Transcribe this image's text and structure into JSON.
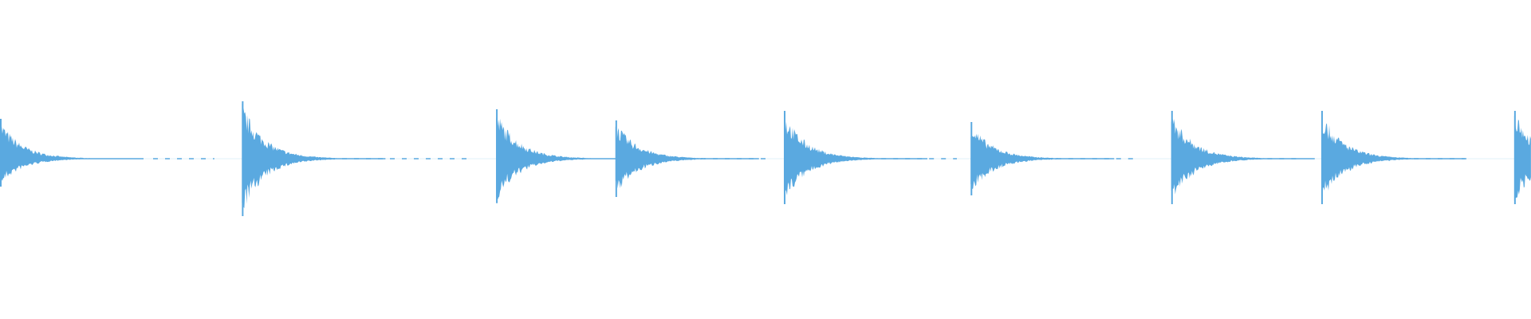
{
  "waveform": {
    "color": "#5aa9e0",
    "background": "#ffffff",
    "transients": [
      {
        "time": 0.0,
        "amplitude": 0.25,
        "skew": 0.7
      },
      {
        "time": 0.158,
        "amplitude": 0.36,
        "skew": 1.0
      },
      {
        "time": 0.324,
        "amplitude": 0.31,
        "skew": 0.9
      },
      {
        "time": 0.402,
        "amplitude": 0.24,
        "skew": 1.0
      },
      {
        "time": 0.512,
        "amplitude": 0.3,
        "skew": 0.95
      },
      {
        "time": 0.634,
        "amplitude": 0.23,
        "skew": 1.0
      },
      {
        "time": 0.765,
        "amplitude": 0.3,
        "skew": 0.95
      },
      {
        "time": 0.863,
        "amplitude": 0.3,
        "skew": 0.95
      },
      {
        "time": 0.989,
        "amplitude": 0.3,
        "skew": 0.95
      }
    ],
    "silence_segments": [
      [
        0.1,
        0.14
      ],
      [
        0.2,
        0.305
      ],
      [
        0.34,
        0.385
      ],
      [
        0.45,
        0.5
      ],
      [
        0.56,
        0.625
      ],
      [
        0.69,
        0.74
      ],
      [
        0.82,
        0.85
      ],
      [
        0.9,
        0.96
      ]
    ]
  }
}
